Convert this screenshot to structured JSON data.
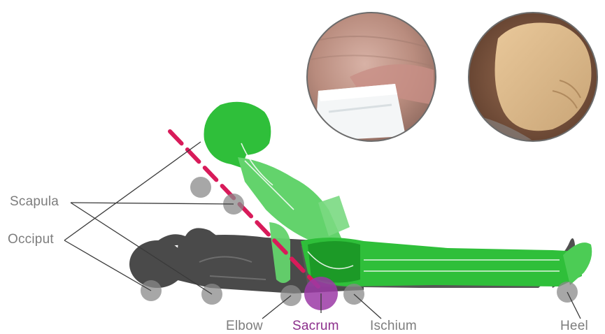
{
  "labels": {
    "scapula": "Scapula",
    "occiput": "Occiput",
    "elbow": "Elbow",
    "sacrum": "Sacrum",
    "ischium": "Ischium",
    "heel": "Heel"
  },
  "colors": {
    "label_gray": "#7d7d7d",
    "sacrum_accent": "#8c2f8c",
    "sacrum_marker": "#9b3aa6",
    "pressure_marker": "#8a8a8a",
    "supine_body": "#4a4a4a",
    "seated_body": "#2fbf3a",
    "seated_body_light": "#63d36c",
    "guide_line": "#d81b5a",
    "leader_line": "#3a3a3a"
  },
  "icons": {
    "photo_left": "sacral-dressing-photo-icon",
    "photo_right": "heel-dressing-photo-icon"
  }
}
